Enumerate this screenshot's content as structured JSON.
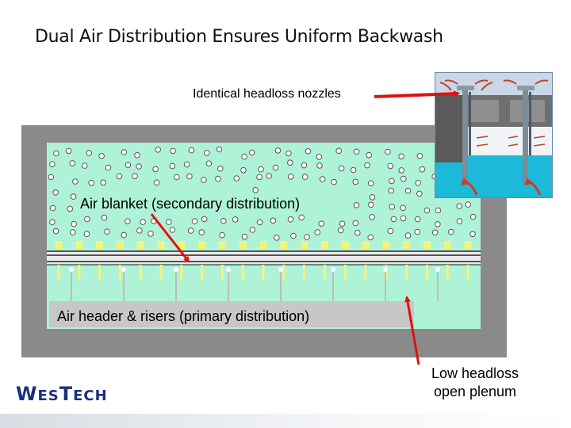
{
  "title": "Dual Air Distribution Ensures Uniform Backwash",
  "labels": {
    "nozzles": "Identical headloss nozzles",
    "blanket": "Air blanket (secondary distribution)",
    "header": "Air header & risers (primary distribution)",
    "plenum": "Low headloss open plenum"
  },
  "logo": {
    "text": "WesTech",
    "color": "#1a2f82"
  },
  "colors": {
    "water": "#aef2d8",
    "tank_wall": "#8a8a8a",
    "arrow": "#e01010",
    "nozzle": "#f4f47a",
    "bubble_fill": "#ffffff",
    "bubble_stroke": "#555555"
  }
}
